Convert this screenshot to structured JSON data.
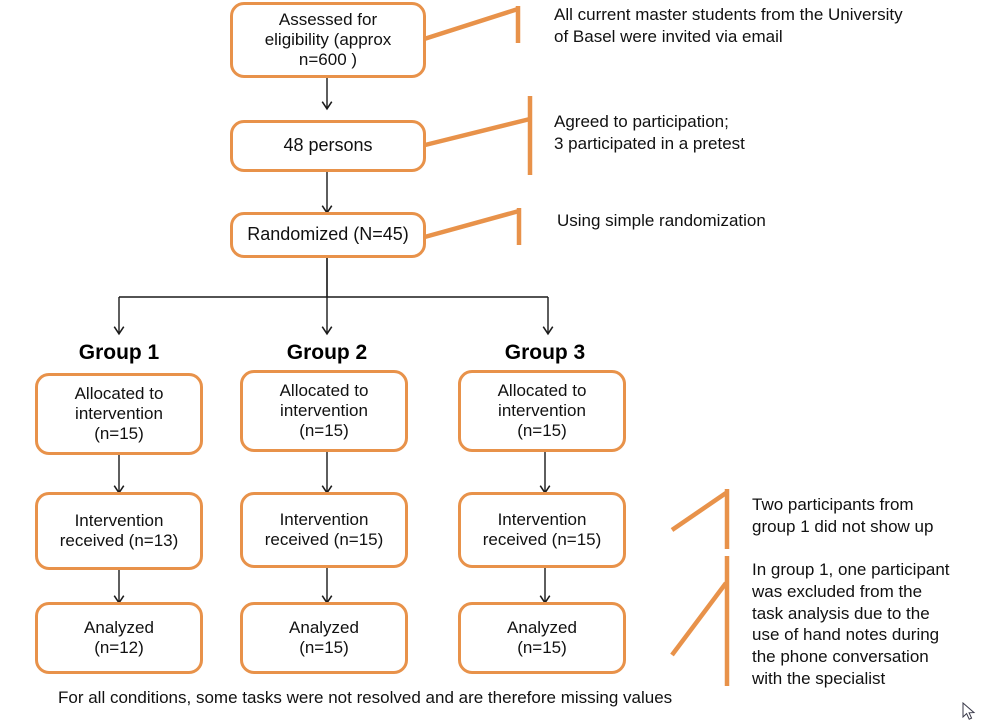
{
  "diagram": {
    "title": "CONSORT-style participant flow diagram",
    "accent_color": "#E8924A",
    "text_color": "#111111",
    "background": "#ffffff"
  },
  "nodes": {
    "assessed": "Assessed for\neligibility (approx\nn=600 )",
    "persons": "48 persons",
    "randomized": "Randomized (N=45)",
    "g1_allocated": "Allocated to\nintervention\n(n=15)",
    "g2_allocated": "Allocated to\nintervention\n(n=15)",
    "g3_allocated": "Allocated to\nintervention\n(n=15)",
    "g1_received": "Intervention\nreceived (n=13)",
    "g2_received": "Intervention\nreceived (n=15)",
    "g3_received": "Intervention\nreceived (n=15)",
    "g1_analyzed": "Analyzed\n(n=12)",
    "g2_analyzed": "Analyzed\n(n=15)",
    "g3_analyzed": "Analyzed\n(n=15)"
  },
  "group_titles": {
    "g1": "Group 1",
    "g2": "Group 2",
    "g3": "Group 3"
  },
  "notes": {
    "eligibility": "All current master students from the University\nof Basel were invited via email",
    "agreed": "Agreed to participation;\n3 participated in a pretest",
    "randomization": "Using simple randomization",
    "no_show": "Two participants from\ngroup 1 did not show up",
    "excluded": "In group 1, one participant\nwas excluded from the\ntask analysis due to the\nuse of hand notes during\nthe phone conversation\nwith the specialist"
  },
  "footer": {
    "missing_values": "For all conditions, some tasks were not resolved and are therefore missing values"
  },
  "chart_data": {
    "type": "table",
    "title": "Participant flow counts",
    "stages": [
      {
        "stage": "Assessed for eligibility",
        "n": 600,
        "approx": true
      },
      {
        "stage": "Agreed to participation",
        "n": 48
      },
      {
        "stage": "Randomized",
        "n": 45
      },
      {
        "stage": "Group 1 allocated",
        "n": 15
      },
      {
        "stage": "Group 2 allocated",
        "n": 15
      },
      {
        "stage": "Group 3 allocated",
        "n": 15
      },
      {
        "stage": "Group 1 intervention received",
        "n": 13
      },
      {
        "stage": "Group 2 intervention received",
        "n": 15
      },
      {
        "stage": "Group 3 intervention received",
        "n": 15
      },
      {
        "stage": "Group 1 analyzed",
        "n": 12
      },
      {
        "stage": "Group 2 analyzed",
        "n": 15
      },
      {
        "stage": "Group 3 analyzed",
        "n": 15
      }
    ]
  }
}
